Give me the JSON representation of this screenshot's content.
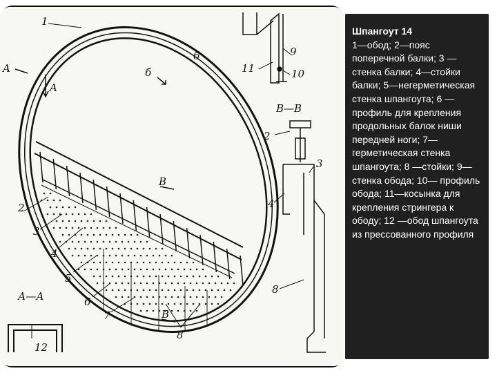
{
  "caption": {
    "title": "Шпангоут 14",
    "body": "1—обод; 2—пояс поперечной балки; 3 —стенка балки; 4—стойки балки; 5—негерметическая стенка шпангоута; 6 —профиль для крепления продольных балок ниши передней ноги; 7—герметическая стенка шпангоута; 8 —стойки; 9—стенка обода; 10— профиль обода; 11—косынка для крепления стрингера к ободу; 12 —обод шпангоута из прессованного профиля"
  },
  "drawing": {
    "labels": {
      "n1": "1",
      "n2": "2",
      "n3": "3",
      "n4": "4",
      "n5": "5",
      "n6": "6",
      "n7": "7",
      "n8": "8",
      "n9": "9",
      "n10": "10",
      "n11": "11",
      "n12": "12",
      "b_right": "б",
      "b_left": "б",
      "a_top": "A",
      "a_arrow": "A",
      "v_top": "В",
      "v_bottom": "В",
      "n2_right": "2",
      "n3_right": "3",
      "n4_right": "4",
      "n8_right": "8",
      "section_vv": "В—В",
      "section_aa": "А—А"
    }
  }
}
